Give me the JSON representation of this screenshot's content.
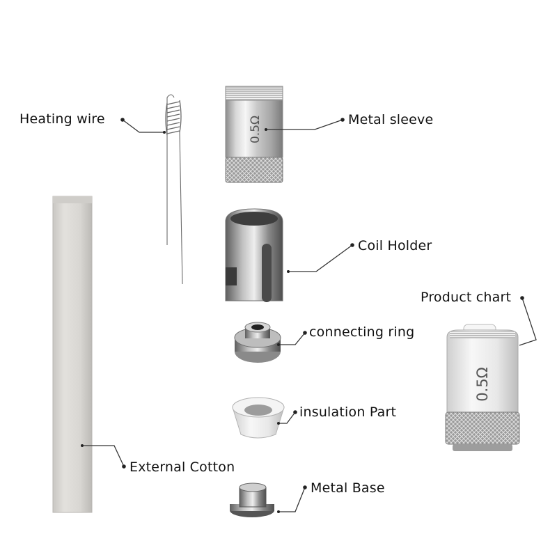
{
  "labels": {
    "heating_wire": "Heating wire",
    "metal_sleeve": "Metal sleeve",
    "coil_holder": "Coil Holder",
    "product_chart": "Product chart",
    "connecting_ring": "connecting ring",
    "insulation_part": "insulation Part",
    "external_cotton": "External Cotton",
    "metal_base": "Metal Base"
  },
  "part_marks": {
    "resistance": "0.5Ω"
  },
  "colors": {
    "leader_line": "#333333",
    "label_text": "#111111",
    "cotton": "#dcdad6",
    "metal_light": "#e8e8e8",
    "metal_dark": "#7d7d7d",
    "coil_body": "#e6e6e6"
  }
}
